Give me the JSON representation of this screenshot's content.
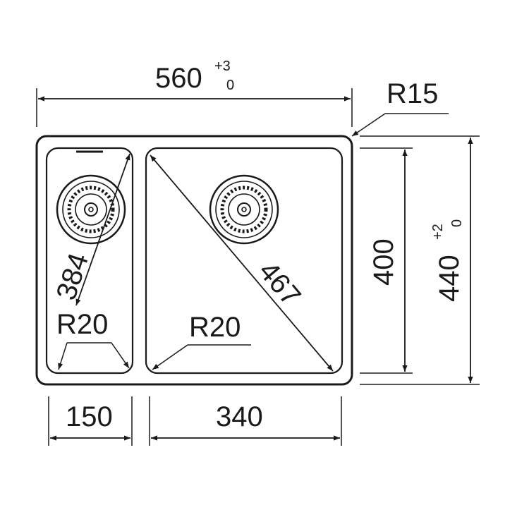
{
  "drawing": {
    "overall_width": {
      "value": "560",
      "tol_upper": "+3",
      "tol_lower": "0"
    },
    "corner_radius_outer": "R15",
    "overall_depth": {
      "value": "440",
      "tol_upper": "+2",
      "tol_lower": "0"
    },
    "inner_depth": "400",
    "small_bowl_width": "150",
    "large_bowl_width": "340",
    "small_bowl_diagonal": "384",
    "large_bowl_diagonal": "467",
    "small_bowl_radius": "R20",
    "large_bowl_radius": "R20",
    "colors": {
      "ink": "#1a1a1a",
      "background": "#ffffff"
    }
  }
}
